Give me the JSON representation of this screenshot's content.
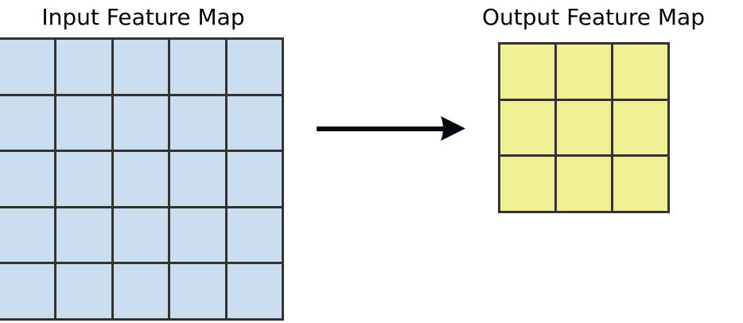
{
  "diagram": {
    "title_left": "Input Feature Map",
    "title_right": "Output Feature Map",
    "arrow_icon": "right-arrow-icon",
    "background_color": "#ffffff",
    "line_color": "#333333",
    "arrow_color": "#000000"
  },
  "input_feature_map": {
    "label": "Input Feature Map",
    "rows": 5,
    "cols": 5,
    "fill_color": "#cbdef0",
    "cells": [
      [
        "",
        "",
        "",
        "",
        ""
      ],
      [
        "",
        "",
        "",
        "",
        ""
      ],
      [
        "",
        "",
        "",
        "",
        ""
      ],
      [
        "",
        "",
        "",
        "",
        ""
      ],
      [
        "",
        "",
        "",
        "",
        ""
      ]
    ]
  },
  "output_feature_map": {
    "label": "Output Feature Map",
    "rows": 3,
    "cols": 3,
    "fill_color": "#f1ef93",
    "cells": [
      [
        "",
        "",
        ""
      ],
      [
        "",
        "",
        ""
      ],
      [
        "",
        "",
        ""
      ]
    ]
  }
}
